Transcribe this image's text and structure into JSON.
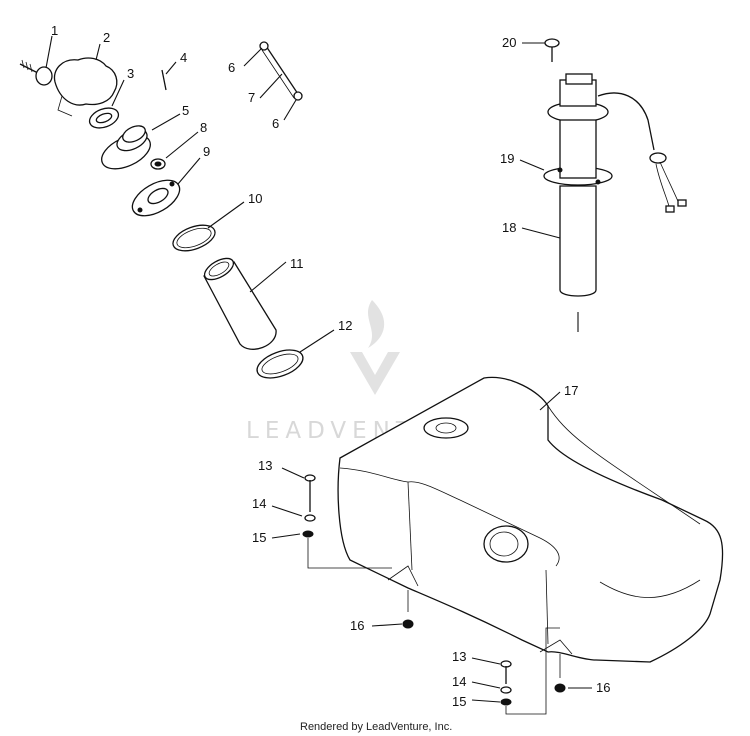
{
  "callouts": {
    "c1": "1",
    "c2": "2",
    "c3": "3",
    "c4": "4",
    "c5": "5",
    "c6a": "6",
    "c6b": "6",
    "c7": "7",
    "c8": "8",
    "c9": "9",
    "c10": "10",
    "c11": "11",
    "c12": "12",
    "c13a": "13",
    "c13b": "13",
    "c14a": "14",
    "c14b": "14",
    "c15a": "15",
    "c15b": "15",
    "c16a": "16",
    "c16b": "16",
    "c17": "17",
    "c18": "18",
    "c19": "19",
    "c20": "20"
  },
  "watermark": {
    "text": "LEADVENTURE",
    "color": "#d8d8d8"
  },
  "footer": {
    "text": "Rendered by LeadVenture, Inc."
  }
}
